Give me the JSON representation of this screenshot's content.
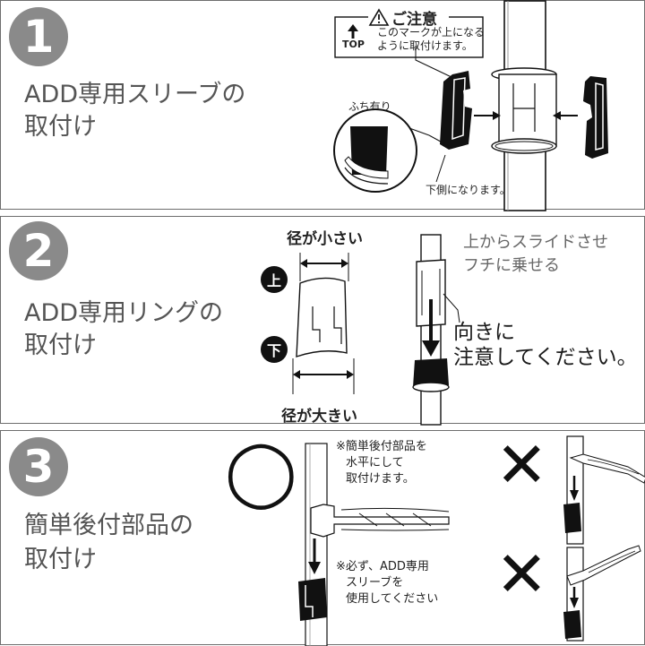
{
  "steps": [
    {
      "number": "1",
      "title_line1": "ADD専用スリーブの",
      "title_line2": "取付け",
      "caution_title": "ご注意",
      "caution_icon": "warning-triangle-icon",
      "caution_top_label": "TOP",
      "caution_line1": "このマークが上になる",
      "caution_line2": "ように取付けます。",
      "lip_label": "ふち有り",
      "bottom_note": "下側になります。"
    },
    {
      "number": "2",
      "title_line1": "ADD専用リングの",
      "title_line2": "取付け",
      "small_diameter": "径が小さい",
      "large_diameter": "径が大きい",
      "top_mark": "上",
      "bottom_mark": "下",
      "slide_line1": "上からスライドさせ",
      "slide_line2": "フチに乗せる",
      "orient_line1": "向きに",
      "orient_line2": "注意してください。"
    },
    {
      "number": "3",
      "title_line1": "簡単後付部品の",
      "title_line2": "取付け",
      "ok_symbol": "◯",
      "ng_symbol": "✕",
      "note1_line1": "※簡単後付部品を",
      "note1_line2": "水平にして",
      "note1_line3": "取付けます。",
      "note2_line1": "※必ず、ADD専用",
      "note2_line2": "スリーブを",
      "note2_line3": "使用してください"
    }
  ],
  "colors": {
    "badge": "#8a8a8a",
    "border": "#6d6d6d",
    "ink": "#111111"
  }
}
